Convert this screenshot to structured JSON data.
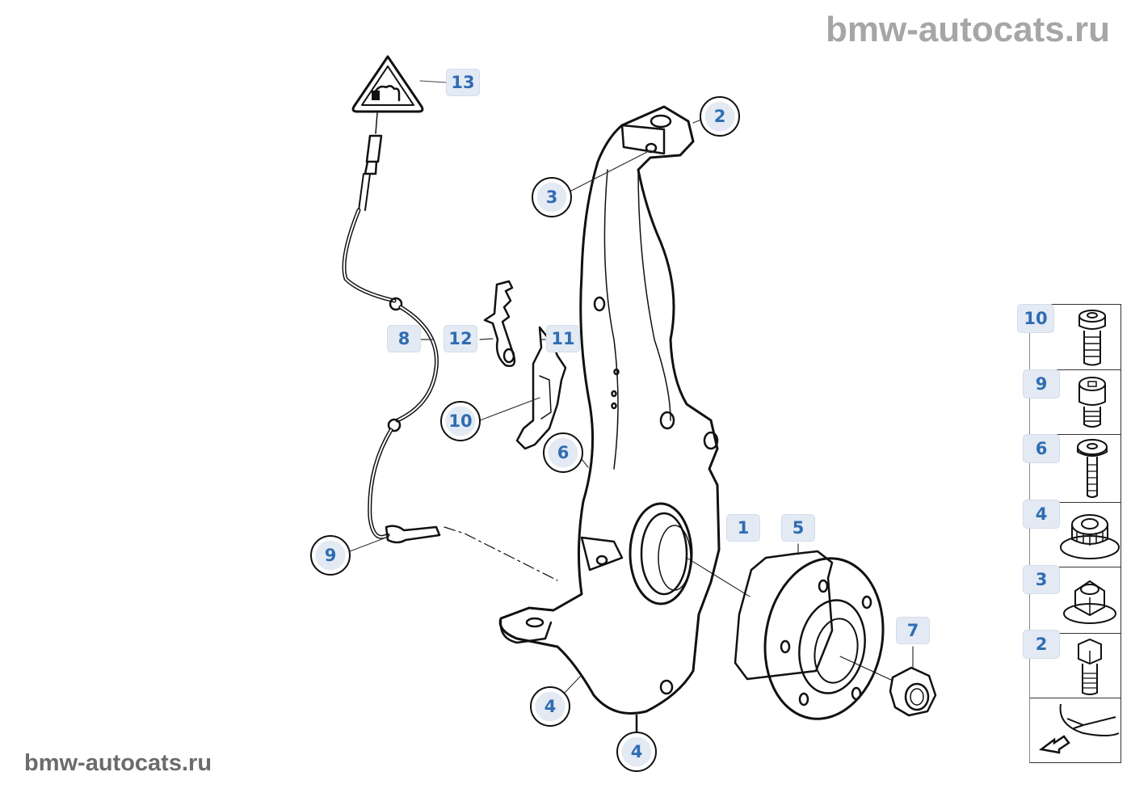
{
  "watermarks": {
    "top": "bmw-autocats.ru",
    "bottom": "bmw-autocats.ru"
  },
  "diagram": {
    "subject": "Front wheel carrier / steering knuckle with wheel hub and ABS sensor",
    "callouts": [
      {
        "id": "c13",
        "label": "13",
        "style": "box",
        "part": "warning-triangle-symbol"
      },
      {
        "id": "c2a",
        "label": "2",
        "style": "circle",
        "part": "knuckle-upper-bolt"
      },
      {
        "id": "c3a",
        "label": "3",
        "style": "circle",
        "part": "knuckle-upper-nut"
      },
      {
        "id": "c8",
        "label": "8",
        "style": "box",
        "part": "abs-sensor-cable"
      },
      {
        "id": "c12",
        "label": "12",
        "style": "box",
        "part": "cable-clip"
      },
      {
        "id": "c11",
        "label": "11",
        "style": "box",
        "part": "cable-holder"
      },
      {
        "id": "c10",
        "label": "10",
        "style": "circle",
        "part": "holder-screw"
      },
      {
        "id": "c6",
        "label": "6",
        "style": "circle",
        "part": "knuckle-screw"
      },
      {
        "id": "c9",
        "label": "9",
        "style": "circle",
        "part": "sensor-screw"
      },
      {
        "id": "c1",
        "label": "1",
        "style": "box",
        "part": "wheel-carrier"
      },
      {
        "id": "c5",
        "label": "5",
        "style": "box",
        "part": "wheel-hub-bearing"
      },
      {
        "id": "c7",
        "label": "7",
        "style": "box",
        "part": "collar-nut"
      },
      {
        "id": "c4a",
        "label": "4",
        "style": "circle",
        "part": "lower-nut"
      },
      {
        "id": "c4b",
        "label": "4",
        "style": "circle",
        "part": "lower-nut"
      }
    ]
  },
  "legend": {
    "items": [
      {
        "label": "10",
        "icon": "cheese-head-screw-icon"
      },
      {
        "label": "9",
        "icon": "socket-head-screw-icon"
      },
      {
        "label": "6",
        "icon": "torx-screw-icon"
      },
      {
        "label": "4",
        "icon": "collar-nut-icon"
      },
      {
        "label": "3",
        "icon": "flange-hex-nut-icon"
      },
      {
        "label": "2",
        "icon": "hex-bolt-icon"
      },
      {
        "label": "",
        "icon": "vehicle-front-arrow-icon"
      }
    ]
  }
}
